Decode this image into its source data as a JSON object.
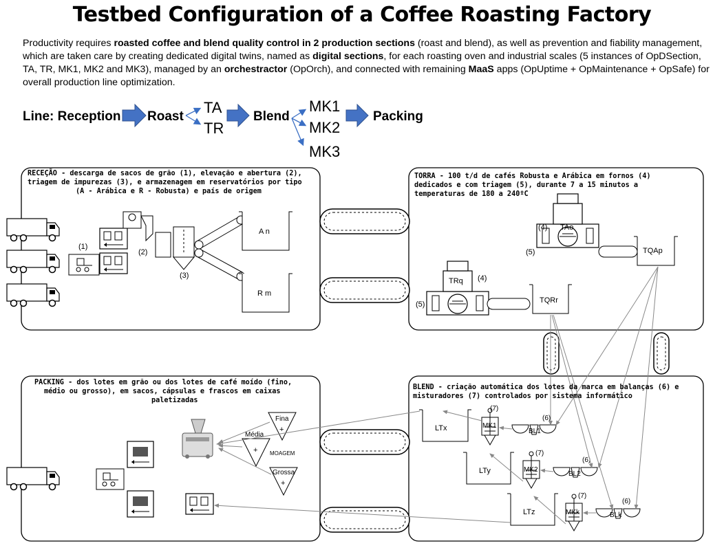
{
  "title": "Testbed Configuration of a Coffee Roasting Factory",
  "intro": {
    "p1": "Productivity requires ",
    "b1": "roasted coffee and blend quality control in 2 production sections",
    "p2": " (roast and blend), as well as prevention and fiability management, which are taken care by creating dedicated digital twins, named as ",
    "b2": "digital sections",
    "p3": ", for each roasting oven and industrial scales (5 instances of OpDSection, TA, TR, MK1, MK2 and MK3), managed by an ",
    "b3": "orchestractor",
    "p4": " (OpOrch), and connected with remaining ",
    "b4": "MaaS",
    "p5": " apps (OpUptime + OpMaintenance + OpSafe) for overall production line optimization."
  },
  "line": {
    "label": "Line: Reception",
    "roast": "Roast",
    "ta": "TA",
    "tr": "TR",
    "blend": "Blend",
    "mk1": "MK1",
    "mk2": "MK2",
    "mk3": "MK3",
    "packing": "Packing"
  },
  "sections": {
    "rececao": {
      "l1": "RECEÇÃO - descarga de sacos de grão (1), elevação e abertura (2),",
      "l2": "triagem de impurezas (3), e armazenagem em reservatórios por tipo",
      "l3": "(A - Arábica e R - Robusta) e país de origem"
    },
    "torra": {
      "l1": "TORRA - 100 t/d de cafés Robusta e Arábica em fornos (4)",
      "l2": "dedicados e com triagem (5), durante 7 a 15 minutos a",
      "l3": "temperaturas de 180 a 240ºC"
    },
    "packing": {
      "l1": "PACKING - dos lotes em grão ou dos lotes de café moído (fino,",
      "l2": "médio ou grosso), em sacos, cápsulas e frascos em caixas",
      "l3": "paletizadas"
    },
    "blend": {
      "l1": "BLEND - criação automática dos lotes da marca em balanças (6) e",
      "l2": "misturadores (7) controlados por sistema informático"
    }
  },
  "labels": {
    "n1": "(1)",
    "n2": "(2)",
    "n3": "(3)",
    "n4": "(4)",
    "n5": "(5)",
    "n6": "(6)",
    "n7": "(7)",
    "an": "A n",
    "rm": "R m",
    "tao": "TAo",
    "trq": "TRq",
    "tqap": "TQAp",
    "tqrr": "TQRr",
    "ltx": "LTx",
    "lty": "LTy",
    "ltz": "LTz",
    "mk1": "MK1",
    "mk2": "MK2",
    "mkk": "MKk",
    "bl1": "BL1",
    "bl2": "BL2",
    "blk": "BLk",
    "fina": "Fina",
    "media": "Média",
    "grossa": "Grossa",
    "moagem": "MOAGEM",
    "plus": "+"
  }
}
